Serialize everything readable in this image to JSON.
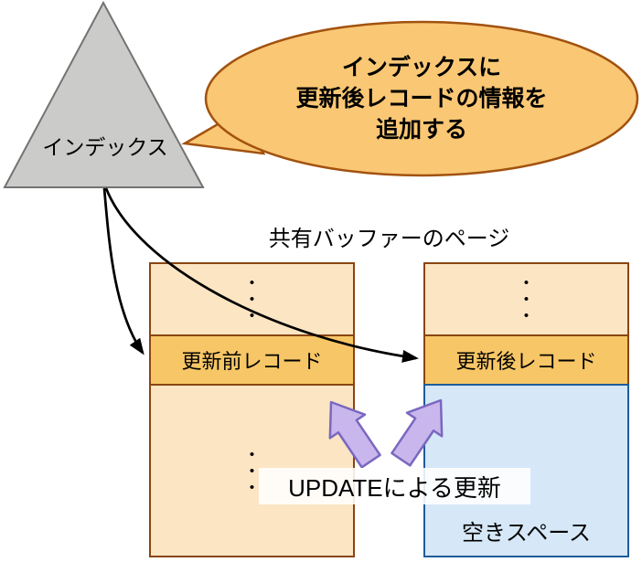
{
  "diagram_title": "共有バッファーのページ",
  "index_triangle": {
    "label": "インデックス"
  },
  "callout": {
    "lines": [
      "インデックスに",
      "更新後レコードの情報を",
      "追加する"
    ]
  },
  "pages": {
    "left": {
      "record_label": "更新前レコード"
    },
    "right": {
      "record_label": "更新後レコード",
      "free_label": "空きスペース"
    }
  },
  "update_label": "UPDATEによる更新",
  "ellipsis_glyph": "•",
  "colors": {
    "triangle_fill": "#CBCBCA",
    "triangle_stroke": "#737372",
    "callout_fill": "#FAC774",
    "callout_stroke": "#A2520F",
    "page_fill": "#FCE5C3",
    "record_band_fill": "#F7C666",
    "page_border": "#8A4512",
    "free_space_fill": "#D6E7F7",
    "free_space_border": "#1E5C9B",
    "update_arrow_fill": "#C9B6EC",
    "update_arrow_stroke": "#7A68C0",
    "pointer_arrow": "#000000"
  }
}
